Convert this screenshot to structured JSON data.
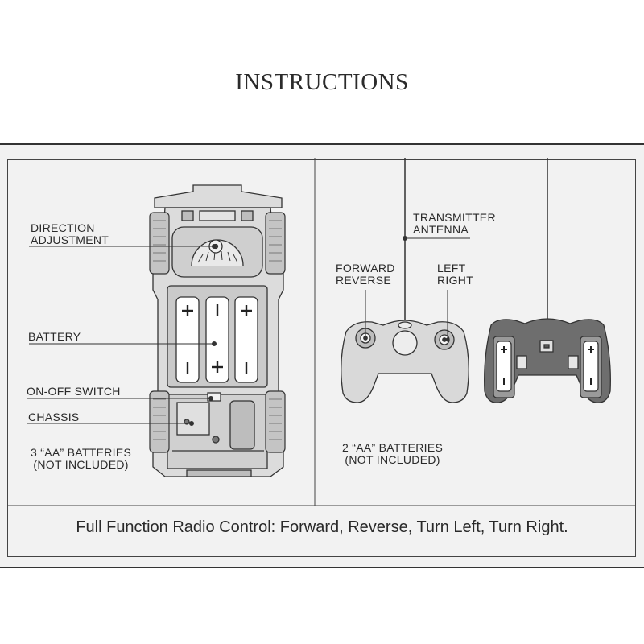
{
  "title": "INSTRUCTIONS",
  "car_labels": {
    "direction_adjustment": [
      "DIRECTION",
      "ADJUSTMENT"
    ],
    "battery": "BATTERY",
    "on_off_switch": "ON-OFF SWITCH",
    "chassis": "CHASSIS",
    "car_batteries": [
      "3 “AA” BATTERIES",
      "(NOT INCLUDED)"
    ]
  },
  "remote_labels": {
    "transmitter_antenna": [
      "TRANSMITTER",
      "ANTENNA"
    ],
    "forward_reverse": [
      "FORWARD",
      "REVERSE"
    ],
    "left_right": [
      "LEFT",
      "RIGHT"
    ],
    "remote_batteries": [
      "2 “AA” BATTERIES",
      "(NOT INCLUDED)"
    ]
  },
  "footer": "Full Function Radio Control: Forward, Reverse, Turn Left, Turn Right.",
  "colors": {
    "line": "#333333",
    "fill": "#d9d9d9",
    "dark": "#6f6f6f",
    "panel": "#f2f2f2"
  }
}
